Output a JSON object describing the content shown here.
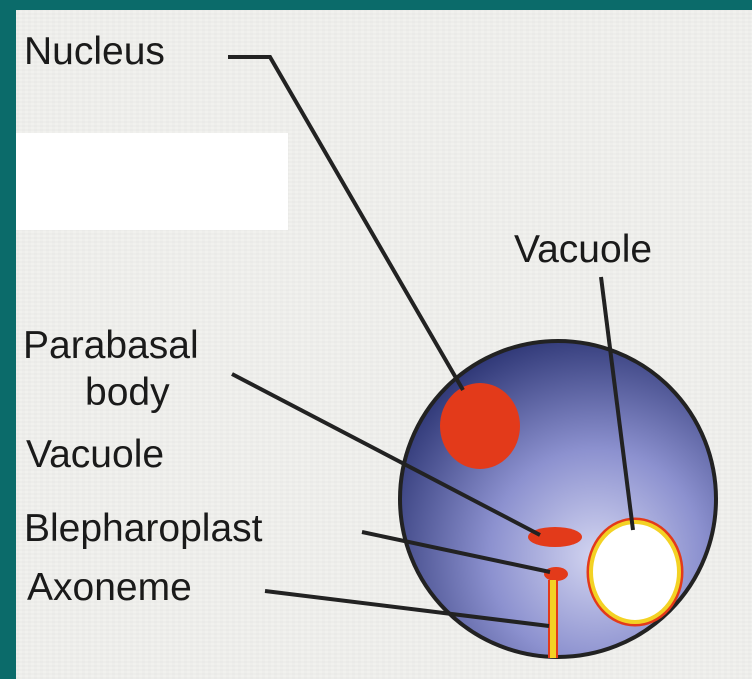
{
  "labels": {
    "nucleus": "Nucleus",
    "vacuole_right": "Vacuole",
    "parabasal_line1": "Parabasal",
    "parabasal_line2": "body",
    "vacuole_left": "Vacuole",
    "blepharoplast": "Blepharoplast",
    "axoneme": "Axoneme"
  },
  "colors": {
    "border": "#0b6b6a",
    "background": "#f1f1ee",
    "cell_dark": "#2e3678",
    "cell_light": "#c6c8ea",
    "organelle_red": "#e33a1a",
    "vacuole_rim": "#f3d224"
  }
}
